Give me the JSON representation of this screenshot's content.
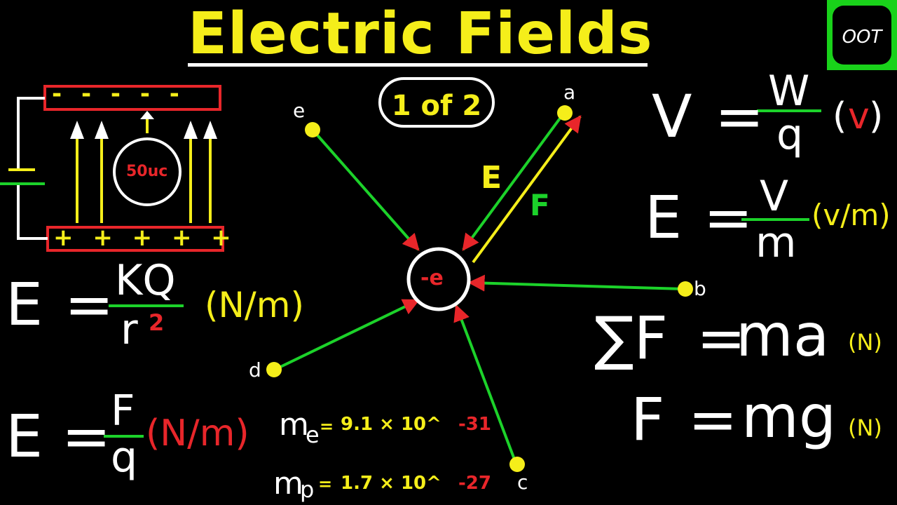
{
  "title": "Electric Fields",
  "badge": "OOT",
  "page_indicator": "1 of 2",
  "capacitor": {
    "negative_plate": "- - - - -",
    "positive_plate": "+ + + + +",
    "charge_label": "50uc"
  },
  "center_charge": "-e",
  "points": {
    "a": "a",
    "b": "b",
    "c": "c",
    "d": "d",
    "e": "e"
  },
  "vector_labels": {
    "field": "E",
    "force": "F"
  },
  "formulas": {
    "coulomb": {
      "lhs": "E",
      "eq": "=",
      "num": "KQ",
      "den": "r",
      "exp": "2",
      "unit": "(N/m)"
    },
    "force_charge": {
      "lhs": "E",
      "eq": "=",
      "num": "F",
      "den": "q",
      "unit": "(N/m)"
    },
    "voltage": {
      "lhs": "V",
      "eq": "=",
      "num": "W",
      "den": "q",
      "unit_open": "(",
      "unit": "v",
      "unit_close": ")"
    },
    "field_voltage": {
      "lhs": "E",
      "eq": "=",
      "num": "V",
      "den": "m",
      "unit": "(v/m)"
    },
    "newton": {
      "lhs": "∑F",
      "eq": "=",
      "rhs": "ma",
      "unit": "(N)"
    },
    "weight": {
      "lhs": "F",
      "eq": "=",
      "rhs": "mg",
      "unit": "(N)"
    }
  },
  "constants": {
    "electron": {
      "sym": "m",
      "sub": "e",
      "eq": "=",
      "value": "9.1 × 10^",
      "exp": "-31"
    },
    "proton": {
      "sym": "m",
      "sub": "p",
      "eq": "=",
      "value": "1.7 × 10^",
      "exp": "-27"
    }
  },
  "colors": {
    "yellow": "#f5ee1a",
    "red": "#e8262a",
    "green": "#1cd22a",
    "white": "#ffffff"
  }
}
